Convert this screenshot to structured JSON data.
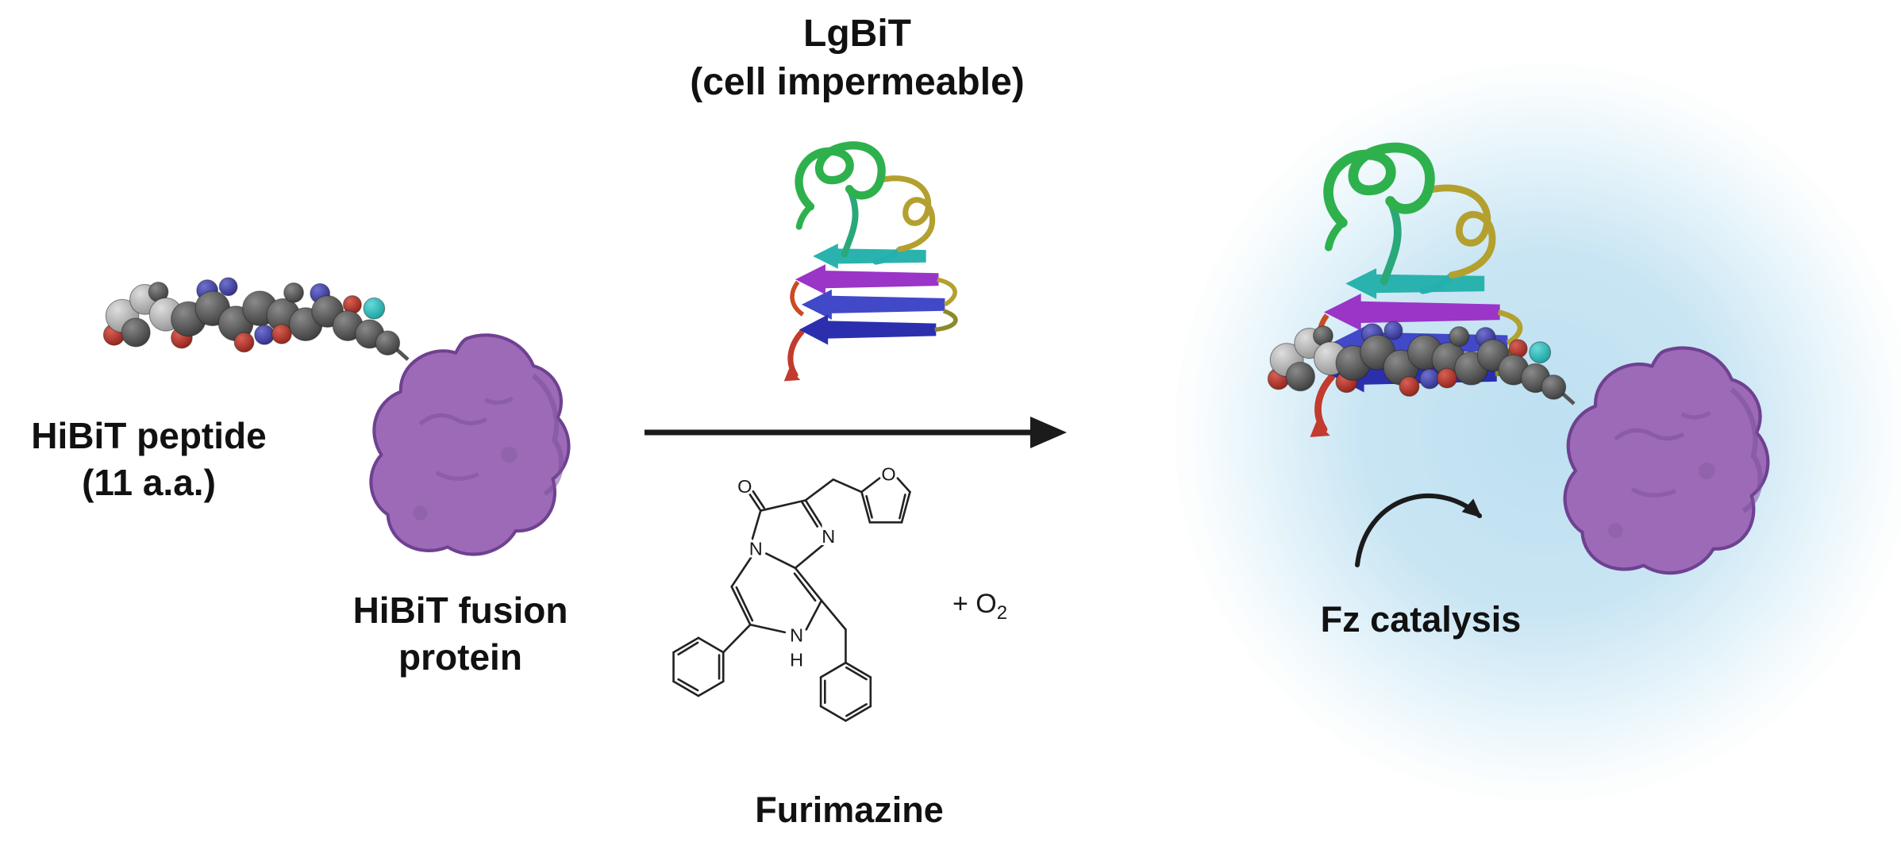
{
  "figure": {
    "lgbit": {
      "title": "LgBiT",
      "subtitle": "(cell impermeable)"
    },
    "hibit_peptide": {
      "line1": "HiBiT peptide",
      "line2": "(11 a.a.)"
    },
    "fusion_protein": {
      "line1": "HiBiT fusion",
      "line2": "protein"
    },
    "furimazine": {
      "label": "Furimazine",
      "oxygen_prefix": "+ O",
      "oxygen_subscript": "2"
    },
    "fz_catalysis": {
      "label": "Fz catalysis"
    },
    "chem_atoms": {
      "ketone_oxygen": "O",
      "furan_oxygen": "O",
      "ring_nitrogen_1": "N",
      "ring_nitrogen_bridgehead": "N",
      "ring_nitrogen_nh": "N",
      "nh_hydrogen": "H"
    }
  },
  "colors": {
    "background": "#ffffff",
    "text": "#111111",
    "fusion_blob_fill": "#9c6ab6",
    "fusion_blob_outline": "#6e4191",
    "luminescence_glow": "#badef0",
    "ribbon_helix_green": "#2eb14d",
    "ribbon_strand_teal": "#2ab3ae",
    "ribbon_strand_purple": "#9a35c8",
    "ribbon_strand_blue": "#4149c8",
    "ribbon_strand_darkblue": "#2b2fae",
    "ribbon_loop_yellow": "#b3a02f",
    "ribbon_tail_red": "#c23b2e",
    "sphere_carbon_gray": "#4a4a4a",
    "sphere_oxygen_red": "#a62a20",
    "sphere_nitrogen_blue": "#3a3a9e",
    "sphere_special_teal": "#2ab5b5",
    "arrow_black": "#1b1b1b"
  }
}
